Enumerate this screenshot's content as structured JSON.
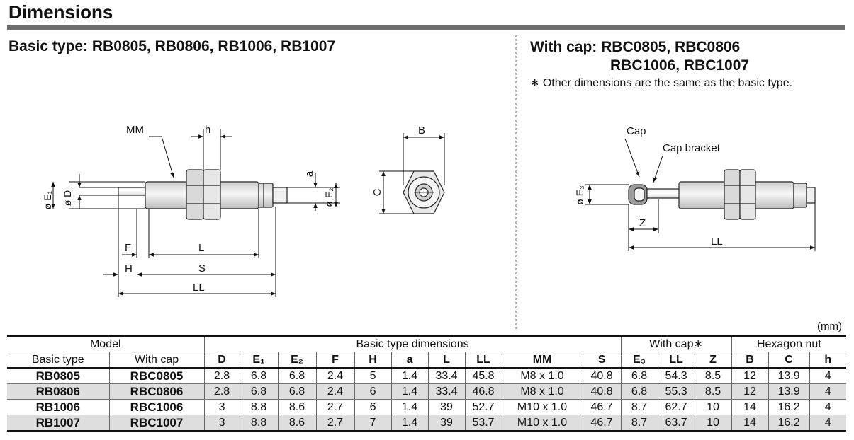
{
  "title": "Dimensions",
  "basic": {
    "heading": "Basic type: RB0805, RB0806, RB1006, RB1007"
  },
  "cap": {
    "heading_line1": "With cap: RBC0805, RBC0806",
    "heading_line2": "RBC1006, RBC1007",
    "note": "∗ Other dimensions are the same as the basic type."
  },
  "drawing_labels": {
    "MM": "MM",
    "h": "h",
    "a": "a",
    "B": "B",
    "C": "C",
    "E1": "ø E₁",
    "D": "ø D",
    "E2": "ø E₂",
    "E3": "ø E₃",
    "F": "F",
    "L": "L",
    "H": "H",
    "S": "S",
    "LL": "LL",
    "Cap": "Cap",
    "CapBracket": "Cap bracket",
    "Z": "Z",
    "LL2": "LL"
  },
  "unit": "(mm)",
  "table": {
    "group_headers": {
      "model": "Model",
      "basic": "Basic type dimensions",
      "withcap": "With cap∗",
      "hexnut": "Hexagon nut"
    },
    "column_headers": [
      "Basic type",
      "With cap",
      "D",
      "E₁",
      "E₂",
      "F",
      "H",
      "a",
      "L",
      "LL",
      "MM",
      "S",
      "E₃",
      "LL",
      "Z",
      "B",
      "C",
      "h"
    ],
    "rows": [
      [
        "RB0805",
        "RBC0805",
        "2.8",
        "6.8",
        "6.8",
        "2.4",
        "5",
        "1.4",
        "33.4",
        "45.8",
        "M8 x 1.0",
        "40.8",
        "6.8",
        "54.3",
        "8.5",
        "12",
        "13.9",
        "4"
      ],
      [
        "RB0806",
        "RBC0806",
        "2.8",
        "6.8",
        "6.8",
        "2.4",
        "6",
        "1.4",
        "33.4",
        "46.8",
        "M8 x 1.0",
        "40.8",
        "6.8",
        "55.3",
        "8.5",
        "12",
        "13.9",
        "4"
      ],
      [
        "RB1006",
        "RBC1006",
        "3",
        "8.8",
        "8.6",
        "2.7",
        "6",
        "1.4",
        "39",
        "52.7",
        "M10 x 1.0",
        "46.7",
        "8.7",
        "62.7",
        "10",
        "14",
        "16.2",
        "4"
      ],
      [
        "RB1007",
        "RBC1007",
        "3",
        "8.8",
        "8.6",
        "2.7",
        "7",
        "1.4",
        "39",
        "53.7",
        "M10 x 1.0",
        "46.7",
        "8.7",
        "63.7",
        "10",
        "14",
        "16.2",
        "4"
      ]
    ]
  }
}
